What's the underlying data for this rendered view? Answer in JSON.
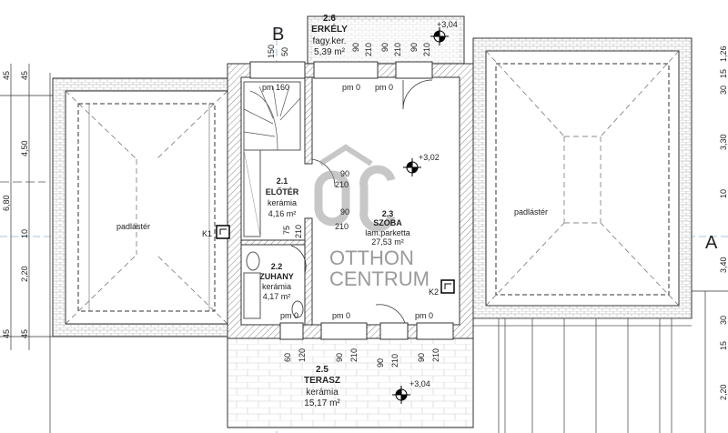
{
  "plan": {
    "axis_labels": {
      "b": "B",
      "a": "A"
    },
    "rooms": [
      {
        "number": "2.1",
        "name": "ELŐTÉR",
        "floor": "kerámia",
        "area": "4,16 m²"
      },
      {
        "number": "2.2",
        "name": "ZUHANY",
        "floor": "kerámia",
        "area": "4,17 m²"
      },
      {
        "number": "2.3",
        "name": "SZOBA",
        "floor": "lam.parketta",
        "area": "27,53 m²"
      },
      {
        "number": "2.5",
        "name": "TERASZ",
        "floor": "kerámia",
        "area": "15,17 m²"
      },
      {
        "number": "2.6",
        "name": "ERKÉLY",
        "floor": "fagy.ker.",
        "area": "5,39 m²"
      }
    ],
    "attic": [
      "padlástér",
      "padlástér"
    ],
    "chimneys": [
      "K1",
      "K2"
    ],
    "levels": [
      "+3,04",
      "+3,02",
      "+3,04"
    ],
    "parapets": [
      "pm 160",
      "pm 0",
      "pm 0",
      "pm 0",
      "pm 0",
      "pm 0"
    ],
    "openings_top": [
      "150",
      "50",
      "90",
      "210",
      "90",
      "210",
      "90",
      "210"
    ],
    "openings_mid": [
      "90",
      "210",
      "90",
      "210",
      "75",
      "210"
    ],
    "openings_bottom": [
      "60",
      "120",
      "90",
      "210",
      "90",
      "210",
      "90",
      "210"
    ],
    "left_dims": [
      "45",
      "45",
      "6,80",
      "4,50",
      "10",
      "2,20",
      "45",
      "45"
    ],
    "right_dims": [
      "1,26",
      "15",
      "30",
      "3,30",
      "10",
      "3,40",
      "30",
      "15",
      "2,20"
    ],
    "watermark": {
      "line1": "OTTHON",
      "line2": "CENTRUM",
      "logo": "ÔC"
    }
  }
}
